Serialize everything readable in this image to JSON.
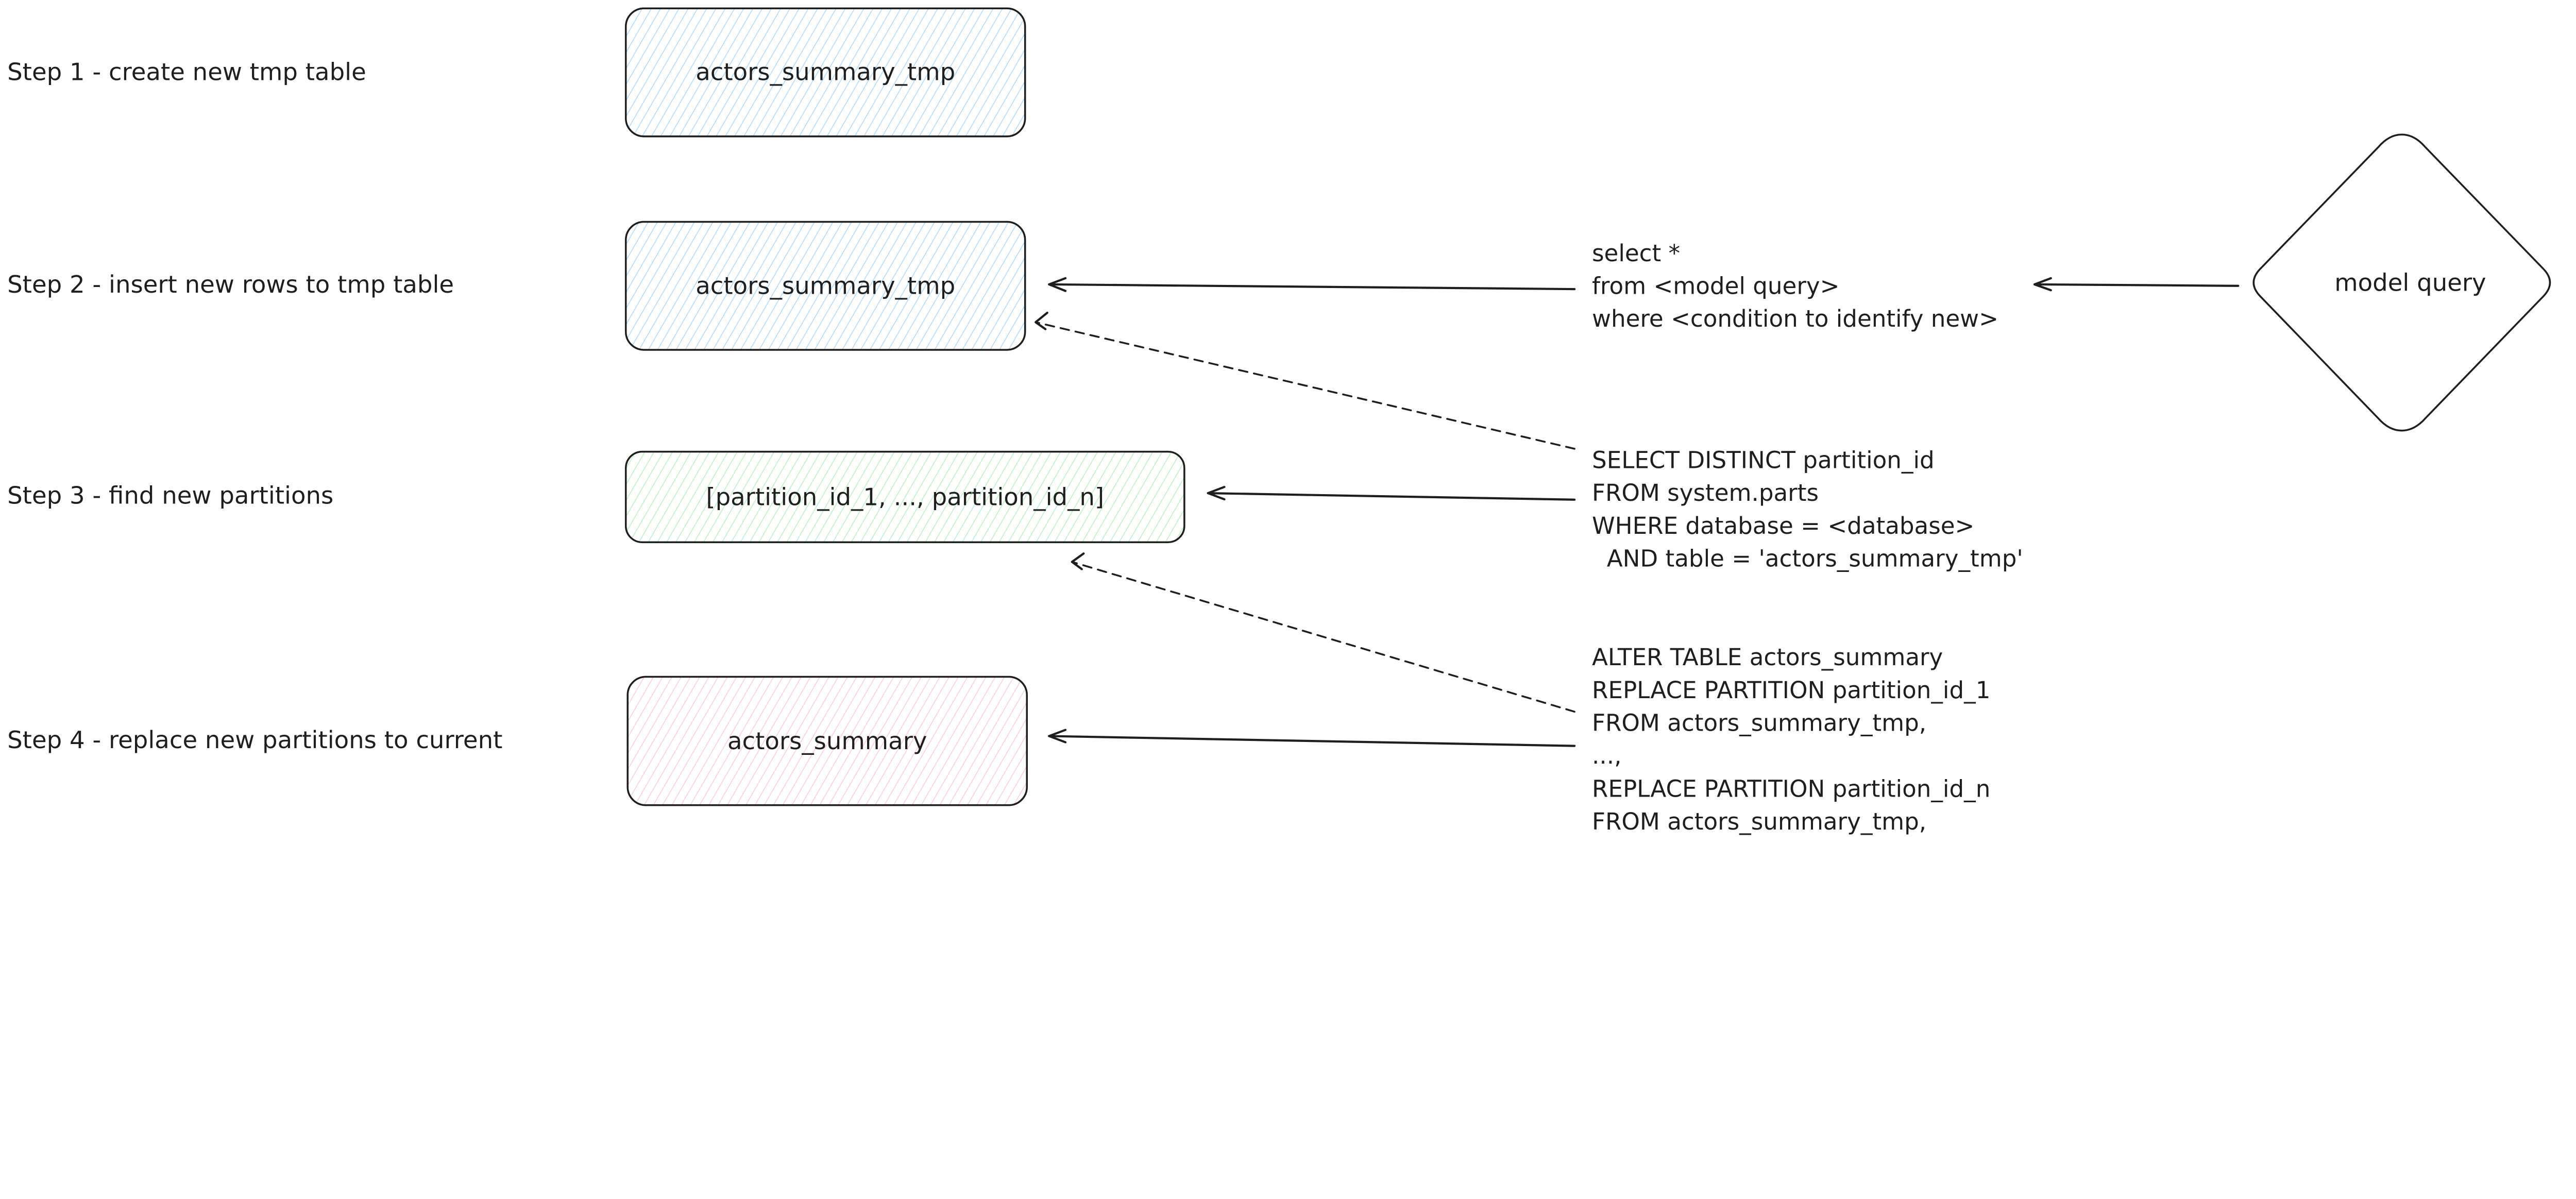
{
  "steps": [
    {
      "label": "Step 1 - create new tmp table"
    },
    {
      "label": "Step 2 - insert new rows to tmp table"
    },
    {
      "label": "Step 3 - find new partitions"
    },
    {
      "label": "Step 4 - replace new partitions to current"
    }
  ],
  "boxes": {
    "tmp_table_1": {
      "label": "actors_summary_tmp",
      "color": "#a5d8ff"
    },
    "tmp_table_2": {
      "label": "actors_summary_tmp",
      "color": "#a5d8ff"
    },
    "partitions": {
      "label": "[partition_id_1, ..., partition_id_n]",
      "color": "#b2f2bb"
    },
    "target": {
      "label": "actors_summary",
      "color": "#ffc9c9"
    }
  },
  "model": {
    "label": "model query"
  },
  "queries": {
    "insert": [
      "select *",
      "from <model query>",
      "where <condition to identify new>"
    ],
    "find_partitions": [
      "SELECT DISTINCT partition_id",
      "FROM system.parts",
      "WHERE database = <database>",
      "  AND table = 'actors_summary_tmp'"
    ],
    "replace": [
      "ALTER TABLE actors_summary",
      "REPLACE PARTITION partition_id_1",
      "FROM actors_summary_tmp,",
      "...,",
      "REPLACE PARTITION partition_id_n",
      "FROM actors_summary_tmp,"
    ]
  }
}
